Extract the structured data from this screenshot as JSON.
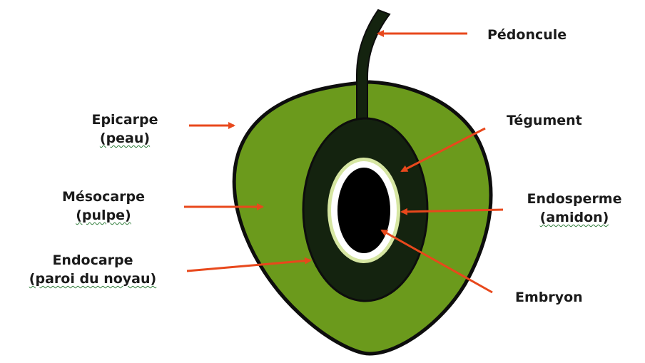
{
  "labels": {
    "pedoncule": "Pédoncule",
    "tegument": "Tégument",
    "epicarpe": "Epicarpe",
    "epicarpe_sub": "(peau)",
    "mesocarpe": "Mésocarpe",
    "mesocarpe_sub": "(pulpe)",
    "endosperme": "Endosperme",
    "endosperme_sub": "(amidon)",
    "endocarpe": "Endocarpe",
    "endocarpe_sub": "(paroi du noyau)",
    "embryon": "Embryon"
  },
  "colors": {
    "pulp": "#6b9a1c",
    "outline": "#0d0d0d",
    "kernel": "#14230f",
    "endosperm_ring": "#ffffff",
    "endosperm_halo": "#d6e6a2",
    "embryo": "#000000",
    "arrow": "#e8481c"
  }
}
